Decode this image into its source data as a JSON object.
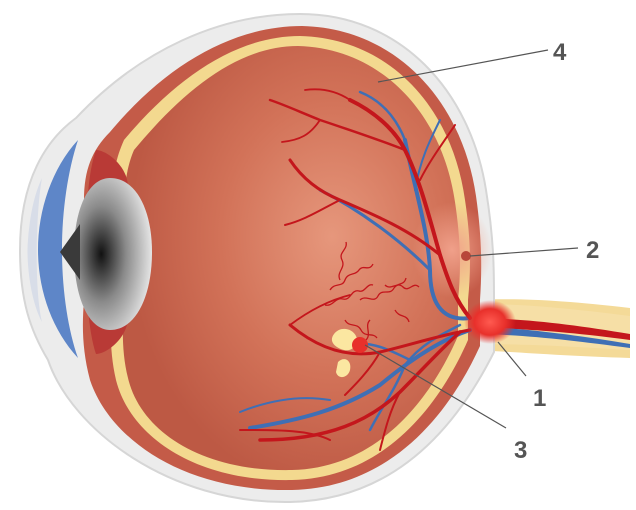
{
  "diagram": {
    "callouts": [
      {
        "id": "1",
        "label": "1"
      },
      {
        "id": "2",
        "label": "2"
      },
      {
        "id": "3",
        "label": "3"
      },
      {
        "id": "4",
        "label": "4"
      }
    ]
  },
  "colors": {
    "sclera_outer": "#dcdcdc",
    "sclera_fill": "#ececec",
    "choroid": "#c8584a",
    "retina": "#f2d690",
    "vitreous": "#c9644e",
    "cornea": "#5e86c8",
    "iris": "#b93a36",
    "lens_dark": "#303030",
    "artery": "#c4161c",
    "vein": "#3f6fb5",
    "optic_disc": "#ee3a3a",
    "lesion": "#fbe7a1",
    "leader_line": "#555555"
  }
}
